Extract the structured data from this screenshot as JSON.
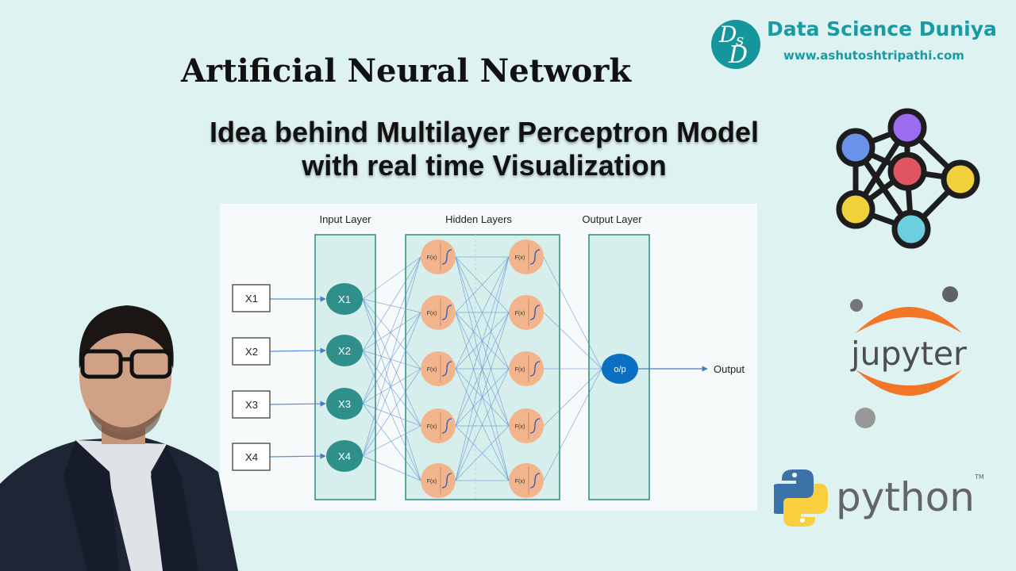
{
  "header": {
    "title": "Artificial Neural Network",
    "subtitle_line1": "Idea behind Multilayer Perceptron Model",
    "subtitle_line2": "with real time Visualization"
  },
  "brand": {
    "monogram_top": "D",
    "monogram_mid": "s",
    "monogram_bottom": "D",
    "name": "Data Science Duniya",
    "url": "www.ashutoshtripathi.com",
    "color": "#15969c"
  },
  "diagram": {
    "layer_titles": [
      "Input Layer",
      "Hidden Layers",
      "Output Layer"
    ],
    "raw_inputs": [
      "X1",
      "X2",
      "X3",
      "X4"
    ],
    "input_nodes": [
      "X1",
      "X2",
      "X3",
      "X4"
    ],
    "hidden_layers": [
      [
        "F(x)",
        "F(x)",
        "F(x)",
        "F(x)",
        "F(x)"
      ],
      [
        "F(x)",
        "F(x)",
        "F(x)",
        "F(x)",
        "F(x)"
      ]
    ],
    "output_node": "o/p",
    "output_label": "Output",
    "colors": {
      "input_node": "#2f8f8a",
      "hidden_node": "#f2b48d",
      "output_node": "#0b6fc2",
      "layer_box_fill": "#d7efec",
      "layer_box_stroke": "#2d8b7f",
      "edge": "#5b8ed6"
    }
  },
  "logos": {
    "jupyter_text": "jupyter",
    "python_text": "python",
    "python_tm": "TM",
    "network_icon_colors": [
      "#6a92e8",
      "#9b6cf0",
      "#e05660",
      "#f1d13b",
      "#f1d13b",
      "#6ccfe0"
    ]
  }
}
